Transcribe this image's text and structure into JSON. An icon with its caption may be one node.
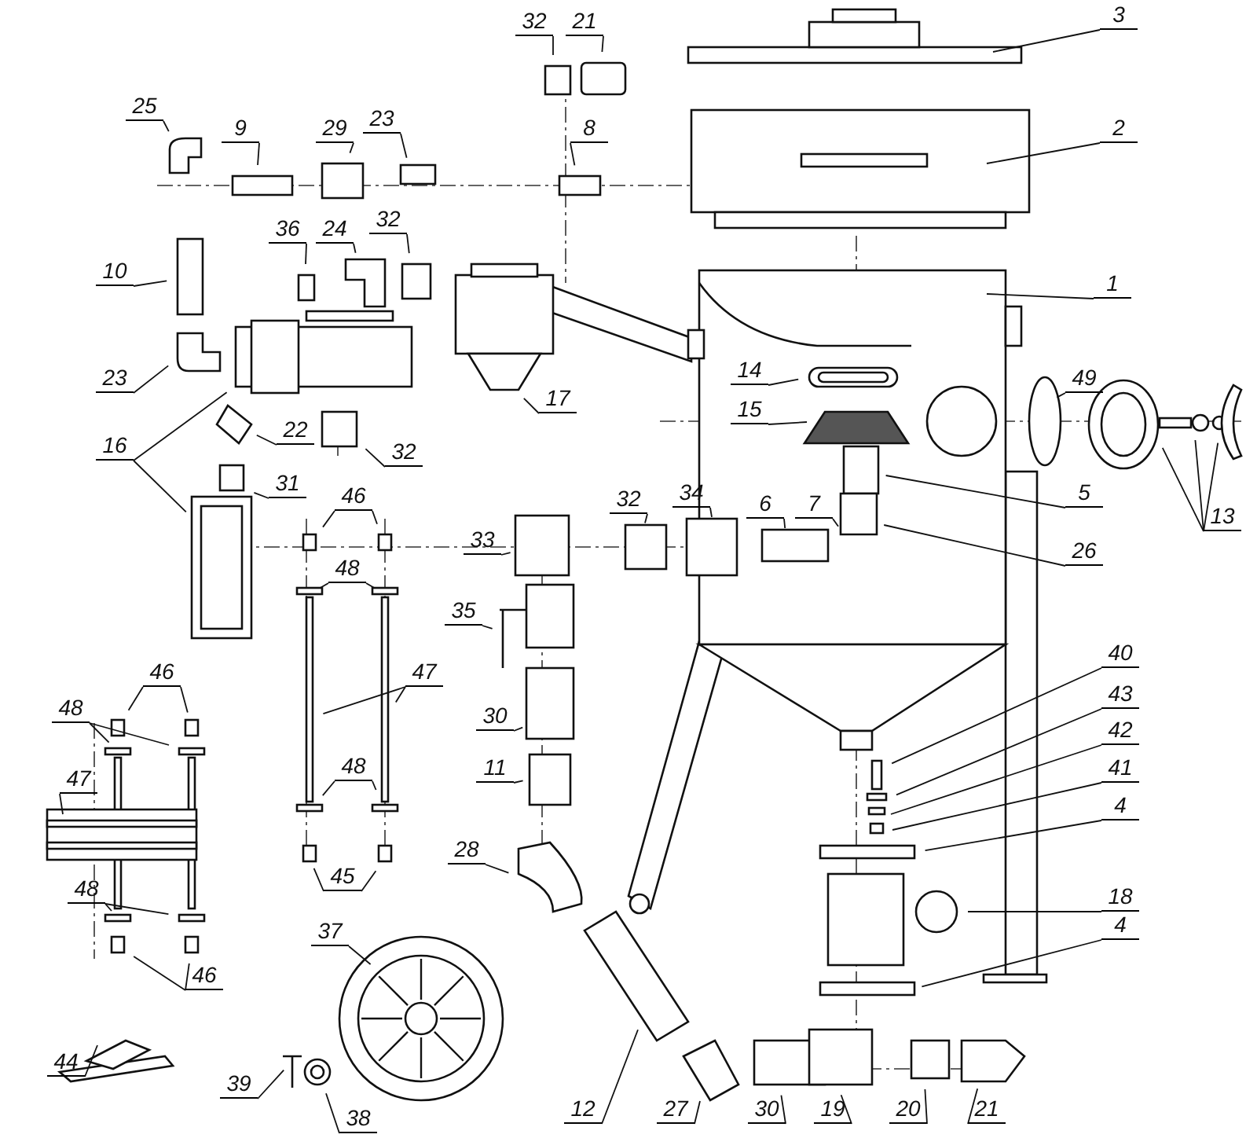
{
  "diagram": {
    "nodes": [
      {
        "text": [
          "3"
        ]
      },
      {
        "text": [
          "32"
        ]
      },
      {
        "text": [
          "21"
        ]
      },
      {
        "text": [
          "25"
        ]
      },
      {
        "text": [
          "9"
        ]
      },
      {
        "text": [
          "29"
        ]
      },
      {
        "text": [
          "23"
        ]
      },
      {
        "text": [
          "8"
        ]
      },
      {
        "text": [
          "2"
        ]
      },
      {
        "text": [
          "36"
        ]
      },
      {
        "text": [
          "24"
        ]
      },
      {
        "text": [
          "32"
        ]
      },
      {
        "text": [
          "10"
        ]
      },
      {
        "text": [
          "1"
        ]
      },
      {
        "text": [
          "14"
        ]
      },
      {
        "text": [
          "23"
        ]
      },
      {
        "text": [
          "49"
        ]
      },
      {
        "text": [
          "17"
        ]
      },
      {
        "text": [
          "15"
        ]
      },
      {
        "text": [
          "22"
        ]
      },
      {
        "text": [
          "32"
        ]
      },
      {
        "text": [
          "16"
        ]
      },
      {
        "text": [
          "31"
        ]
      },
      {
        "text": [
          "5"
        ]
      },
      {
        "text": [
          "32"
        ]
      },
      {
        "text": [
          "34"
        ]
      },
      {
        "text": [
          "6"
        ]
      },
      {
        "text": [
          "7"
        ]
      },
      {
        "text": [
          "46"
        ]
      },
      {
        "text": [
          "13"
        ]
      },
      {
        "text": [
          "33"
        ]
      },
      {
        "text": [
          "26"
        ]
      },
      {
        "text": [
          "48"
        ]
      },
      {
        "text": [
          "35"
        ]
      },
      {
        "text": [
          "40"
        ]
      },
      {
        "text": [
          "47"
        ]
      },
      {
        "text": [
          "46"
        ]
      },
      {
        "text": [
          "43"
        ]
      },
      {
        "text": [
          "48"
        ]
      },
      {
        "text": [
          "30"
        ]
      },
      {
        "text": [
          "42"
        ]
      },
      {
        "text": [
          "47"
        ]
      },
      {
        "text": [
          "48"
        ]
      },
      {
        "text": [
          "11"
        ]
      },
      {
        "text": [
          "41"
        ]
      },
      {
        "text": [
          "4"
        ]
      },
      {
        "text": [
          "28"
        ]
      },
      {
        "text": [
          "45"
        ]
      },
      {
        "text": [
          "48"
        ]
      },
      {
        "text": [
          "18"
        ]
      },
      {
        "text": [
          "4"
        ]
      },
      {
        "text": [
          "37"
        ]
      },
      {
        "text": [
          "46"
        ]
      },
      {
        "text": [
          "44"
        ]
      },
      {
        "text": [
          "39"
        ]
      },
      {
        "text": [
          "38"
        ]
      },
      {
        "text": [
          "12"
        ]
      },
      {
        "text": [
          "27"
        ]
      },
      {
        "text": [
          "30"
        ]
      },
      {
        "text": [
          "19"
        ]
      },
      {
        "text": [
          "20"
        ]
      },
      {
        "text": [
          "21"
        ]
      },
      {
        "text": [],
        "shape": "picture"
      },
      {
        "text": [],
        "shape": "circle"
      }
    ],
    "edges": [
      {
        "from": 0,
        "to": null,
        "arrow": "none"
      },
      {
        "from": 1,
        "to": null,
        "arrow": "none"
      },
      {
        "from": 2,
        "to": null,
        "arrow": "none"
      },
      {
        "from": 3,
        "to": null,
        "arrow": "none"
      },
      {
        "from": 4,
        "to": null,
        "arrow": "none"
      },
      {
        "from": 5,
        "to": null,
        "arrow": "none"
      },
      {
        "from": 6,
        "to": null,
        "arrow": "none"
      },
      {
        "from": 7,
        "to": null,
        "arrow": "none"
      },
      {
        "from": 8,
        "to": null,
        "arrow": "none"
      },
      {
        "from": 9,
        "to": null,
        "arrow": "none"
      },
      {
        "from": 10,
        "to": null,
        "arrow": "none"
      },
      {
        "from": 11,
        "to": null,
        "arrow": "none"
      },
      {
        "from": 12,
        "to": null,
        "arrow": "none"
      },
      {
        "from": 13,
        "to": null,
        "arrow": "none"
      },
      {
        "from": 14,
        "to": null,
        "arrow": "none"
      },
      {
        "from": 15,
        "to": null,
        "arrow": "none"
      },
      {
        "from": 16,
        "to": null,
        "arrow": "none"
      },
      {
        "from": 17,
        "to": null,
        "arrow": "none"
      },
      {
        "from": 18,
        "to": null,
        "arrow": "none"
      },
      {
        "from": 19,
        "to": null,
        "arrow": "none"
      },
      {
        "from": 20,
        "to": null,
        "arrow": "none"
      },
      {
        "from": 21,
        "to": null,
        "arrow": "none"
      },
      {
        "from": 21,
        "to": null,
        "arrow": "none"
      },
      {
        "from": 22,
        "to": null,
        "arrow": "none"
      },
      {
        "from": 23,
        "to": null,
        "arrow": "none"
      },
      {
        "from": 24,
        "to": null,
        "arrow": "none"
      },
      {
        "from": 25,
        "to": null,
        "arrow": "none"
      },
      {
        "from": 26,
        "to": null,
        "arrow": "none"
      },
      {
        "from": 27,
        "to": null,
        "arrow": "none"
      },
      {
        "from": 28,
        "to": null,
        "arrow": "none"
      },
      {
        "from": 28,
        "to": null,
        "arrow": "none"
      },
      {
        "from": 29,
        "to": null,
        "arrow": "none"
      },
      {
        "from": 29,
        "to": null,
        "arrow": "none"
      },
      {
        "from": 29,
        "to": null,
        "arrow": "none"
      },
      {
        "from": 30,
        "to": null,
        "arrow": "none"
      },
      {
        "from": 31,
        "to": null,
        "arrow": "none"
      },
      {
        "from": 32,
        "to": null,
        "arrow": "none"
      },
      {
        "from": 32,
        "to": null,
        "arrow": "none"
      },
      {
        "from": 33,
        "to": null,
        "arrow": "none"
      },
      {
        "from": 34,
        "to": null,
        "arrow": "none"
      },
      {
        "from": 35,
        "to": null,
        "arrow": "none"
      },
      {
        "from": 35,
        "to": null,
        "arrow": "none"
      },
      {
        "from": 36,
        "to": null,
        "arrow": "none"
      },
      {
        "from": 36,
        "to": null,
        "arrow": "none"
      },
      {
        "from": 37,
        "to": null,
        "arrow": "none"
      },
      {
        "from": 38,
        "to": null,
        "arrow": "none"
      },
      {
        "from": 38,
        "to": null,
        "arrow": "none"
      },
      {
        "from": 39,
        "to": null,
        "arrow": "none"
      },
      {
        "from": 40,
        "to": null,
        "arrow": "none"
      },
      {
        "from": 41,
        "to": null,
        "arrow": "none"
      },
      {
        "from": 42,
        "to": null,
        "arrow": "none"
      },
      {
        "from": 42,
        "to": null,
        "arrow": "none"
      },
      {
        "from": 43,
        "to": null,
        "arrow": "none"
      },
      {
        "from": 44,
        "to": null,
        "arrow": "none"
      },
      {
        "from": 45,
        "to": null,
        "arrow": "none"
      },
      {
        "from": 46,
        "to": null,
        "arrow": "none"
      },
      {
        "from": 47,
        "to": null,
        "arrow": "none"
      },
      {
        "from": 47,
        "to": null,
        "arrow": "none"
      },
      {
        "from": 48,
        "to": null,
        "arrow": "none"
      },
      {
        "from": 48,
        "to": null,
        "arrow": "none"
      },
      {
        "from": 49,
        "to": null,
        "arrow": "none"
      },
      {
        "from": 50,
        "to": null,
        "arrow": "none"
      },
      {
        "from": 51,
        "to": null,
        "arrow": "none"
      },
      {
        "from": 52,
        "to": null,
        "arrow": "none"
      },
      {
        "from": 52,
        "to": null,
        "arrow": "none"
      },
      {
        "from": 53,
        "to": null,
        "arrow": "none"
      },
      {
        "from": 54,
        "to": 62,
        "arrow": "none"
      },
      {
        "from": 55,
        "to": 63,
        "arrow": "none"
      },
      {
        "from": 56,
        "to": null,
        "arrow": "none"
      },
      {
        "from": 57,
        "to": null,
        "arrow": "none"
      },
      {
        "from": 58,
        "to": null,
        "arrow": "none"
      },
      {
        "from": 59,
        "to": null,
        "arrow": "none"
      },
      {
        "from": 60,
        "to": null,
        "arrow": "none"
      },
      {
        "from": 61,
        "to": null,
        "arrow": "none"
      }
    ]
  }
}
